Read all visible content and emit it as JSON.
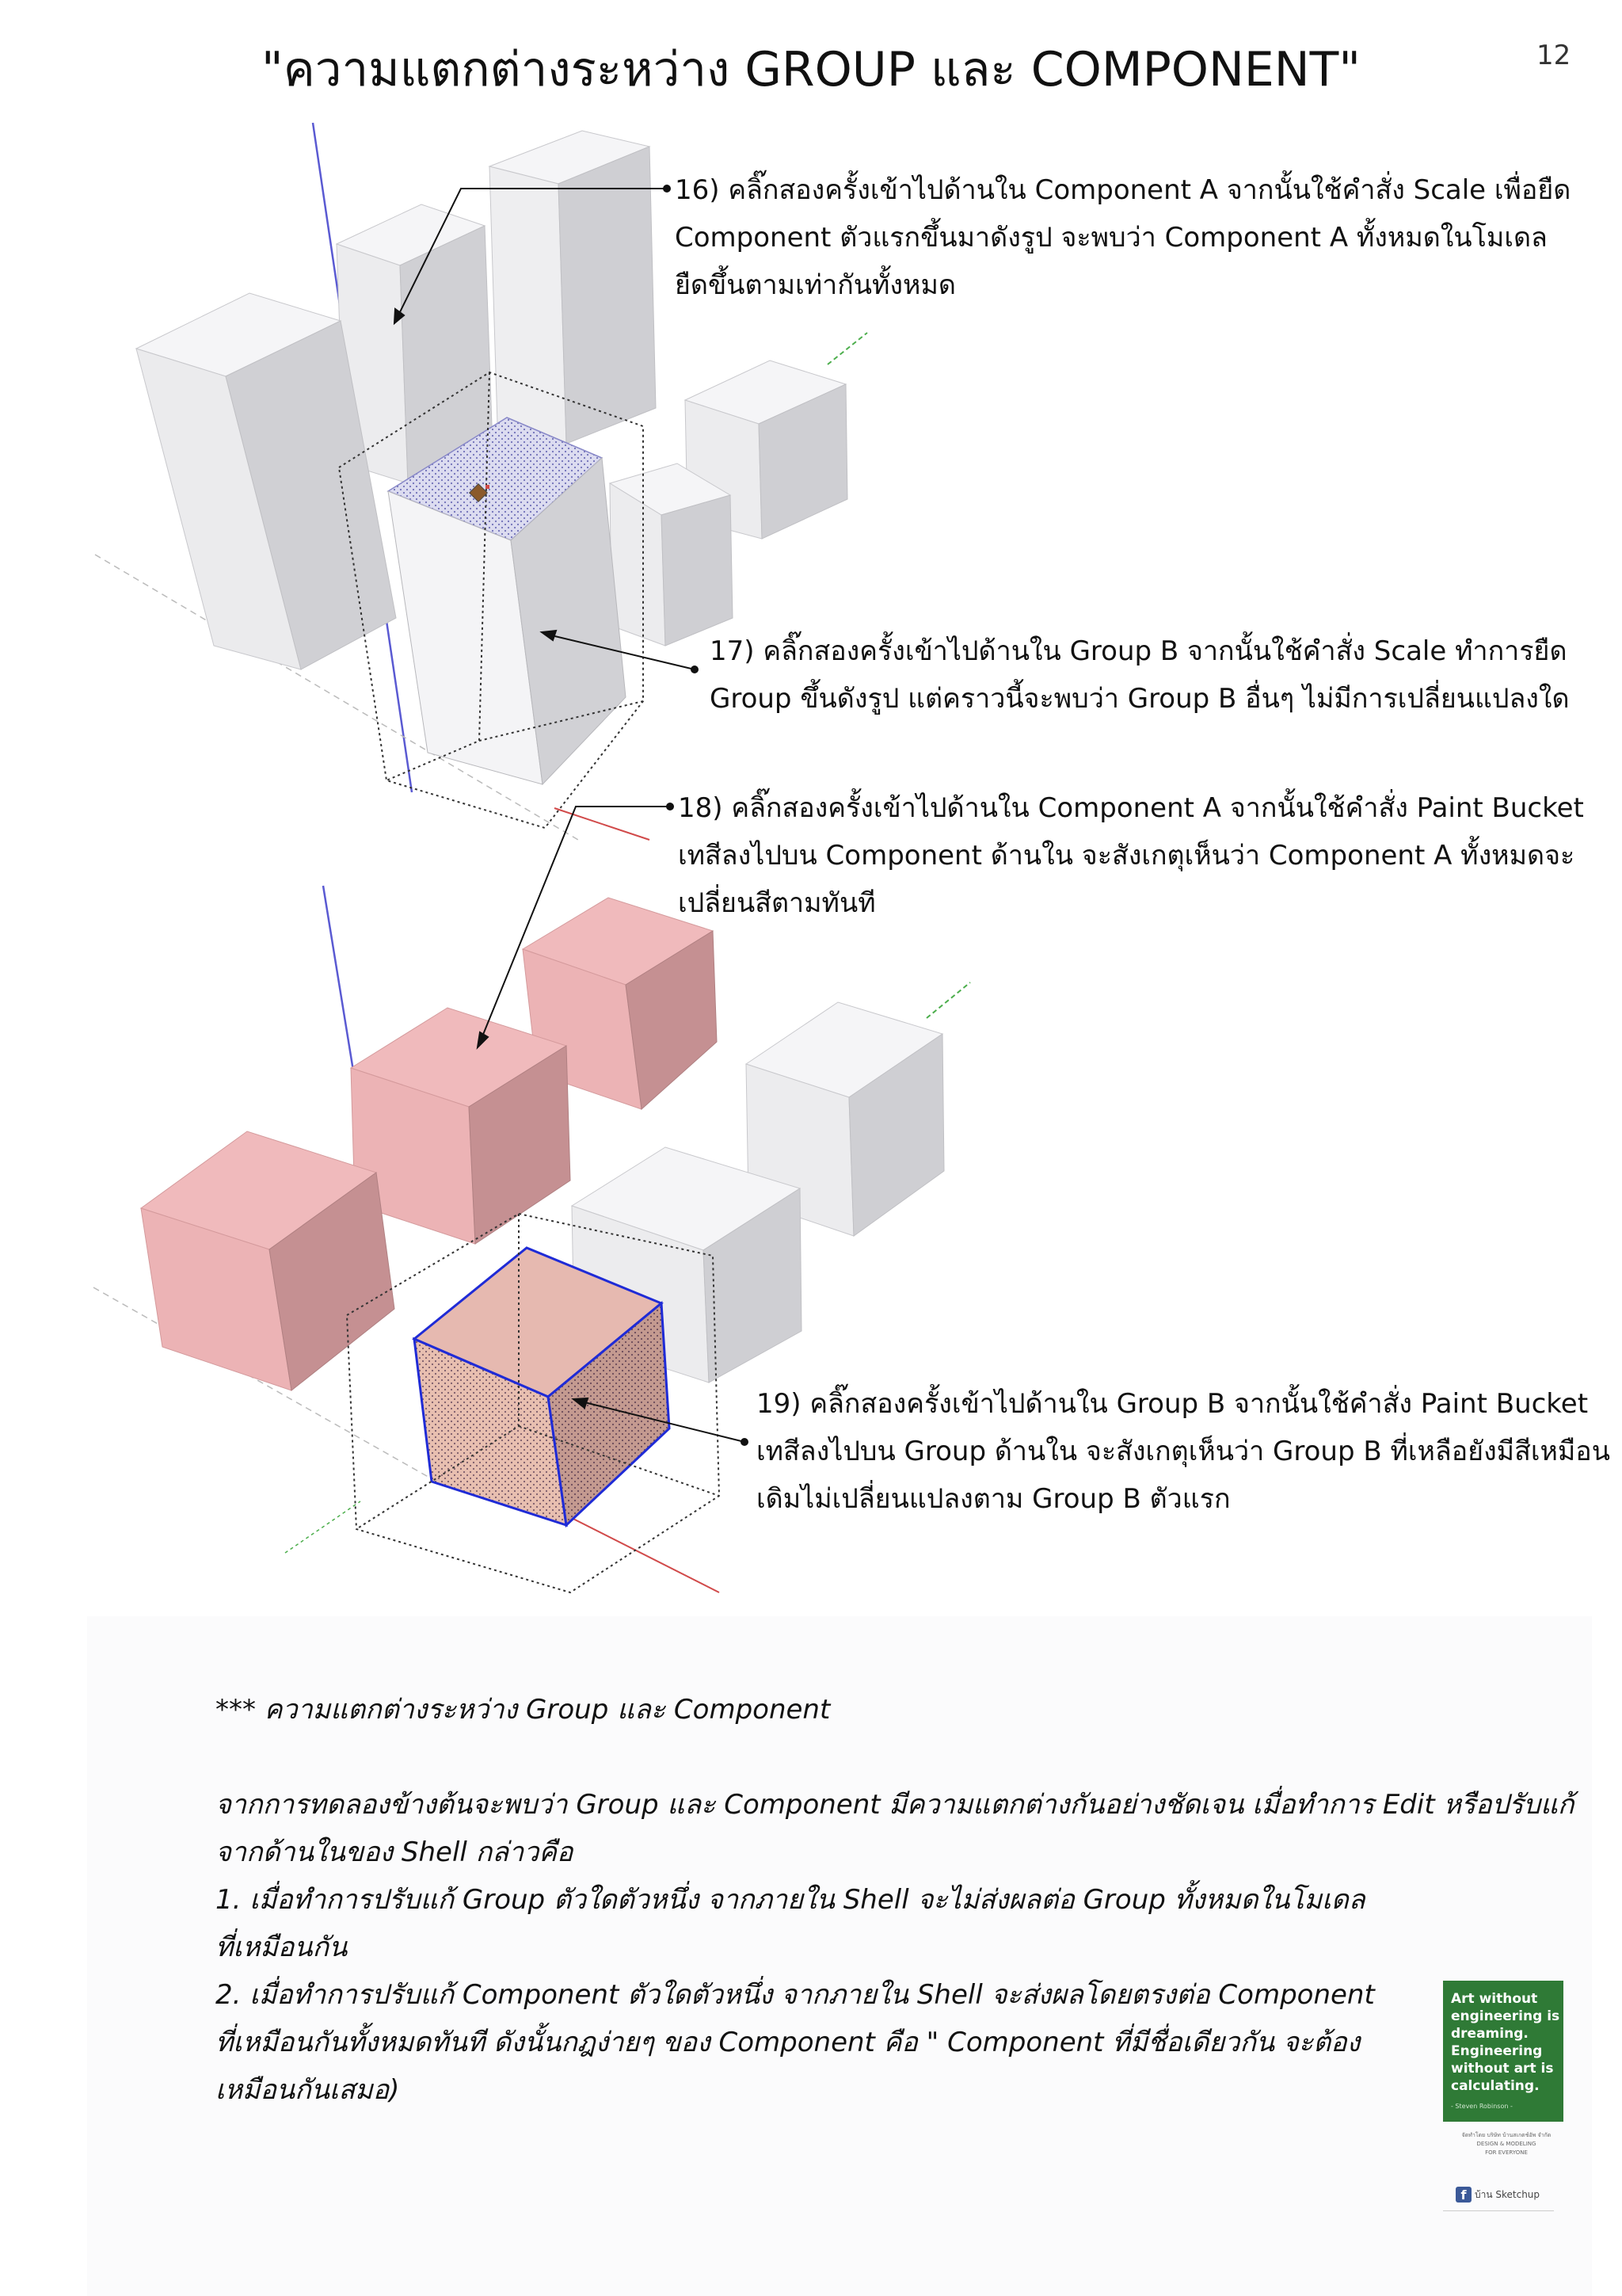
{
  "page": {
    "title": "\"ความแตกต่างระหว่าง GROUP และ COMPONENT\"",
    "number": "12"
  },
  "steps": [
    {
      "lines": [
        "16) คลิ๊กสองครั้งเข้าไปด้านใน Component A จากนั้นใช้คำสั่ง Scale เพื่อยืด",
        "Component ตัวแรกขึ้นมาดังรูป จะพบว่า Component A ทั้งหมดในโมเดล",
        "ยืดขึ้นตามเท่ากันทั้งหมด"
      ]
    },
    {
      "lines": [
        "17) คลิ๊กสองครั้งเข้าไปด้านใน Group B จากนั้นใช้คำสั่ง Scale ทำการยืด",
        "Group ขึ้นดังรูป แต่คราวนี้จะพบว่า Group B อื่นๆ ไม่มีการเปลี่ยนแปลงใด"
      ]
    },
    {
      "lines": [
        "18) คลิ๊กสองครั้งเข้าไปด้านใน Component A  จากนั้นใช้คำสั่ง Paint Bucket",
        "เทสีลงไปบน Component ด้านใน จะสังเกตุเห็นว่า Component A ทั้งหมดจะ",
        "เปลี่ยนสีตามทันที"
      ]
    },
    {
      "lines": [
        "19) คลิ๊กสองครั้งเข้าไปด้านใน Group B  จากนั้นใช้คำสั่ง Paint Bucket",
        "เทสีลงไปบน Group ด้านใน จะสังเกตุเห็นว่า Group B ที่เหลือยังมีสีเหมือน",
        "เดิมไม่เปลี่ยนแปลงตาม Group B ตัวแรก"
      ]
    }
  ],
  "summary": {
    "heading": "*** ความแตกต่างระหว่าง Group และ Component",
    "lines": [
      "จากการทดลองข้างต้นจะพบว่า Group และ Component มีความแตกต่างกันอย่างชัดเจน เมื่อทำการ Edit หรือปรับแก้",
      "จากด้านในของ Shell กล่าวคือ",
      "1. เมื่อทำการปรับแก้ Group ตัวใดตัวหนึ่ง จากภายใน Shell จะไม่ส่งผลต่อ Group ทั้งหมดในโมเดล",
      "ที่เหมือนกัน",
      "2. เมื่อทำการปรับแก้ Component ตัวใดตัวหนึ่ง จากภายใน Shell จะส่งผลโดยตรงต่อ Component",
      "ที่เหมือนกันทั้งหมดทันที ดังนั้นกฎง่ายๆ ของ Component คือ \" Component ที่มีชื่อเดียวกัน จะต้อง",
      "เหมือนกันเสมอ)"
    ]
  },
  "poster": {
    "quote_lines": [
      "Art without",
      "engineering is",
      "dreaming.",
      "Engineering",
      "without art is",
      "calculating."
    ],
    "attribution": "- Steven Robinson -",
    "background_color": "#2f7a36"
  },
  "credit": {
    "line1": "จัดทำโดย บริษัท บ้านสเกตช์อัพ จำกัด",
    "line2": "DESIGN & MODELING",
    "line3": "FOR EVERYONE",
    "facebook_label": "บ้าน Sketchup",
    "facebook_icon": "facebook-icon"
  },
  "colors": {
    "pink_face": "#ecb3b5",
    "pink_side": "#c59092",
    "white_face": "#f3f3f5",
    "white_side": "#cdcdd0",
    "selection_blue": "#1f2bd6",
    "axis_red": "#d14a4a",
    "axis_green": "#4cae4c",
    "axis_blue": "#5a5ad2"
  }
}
